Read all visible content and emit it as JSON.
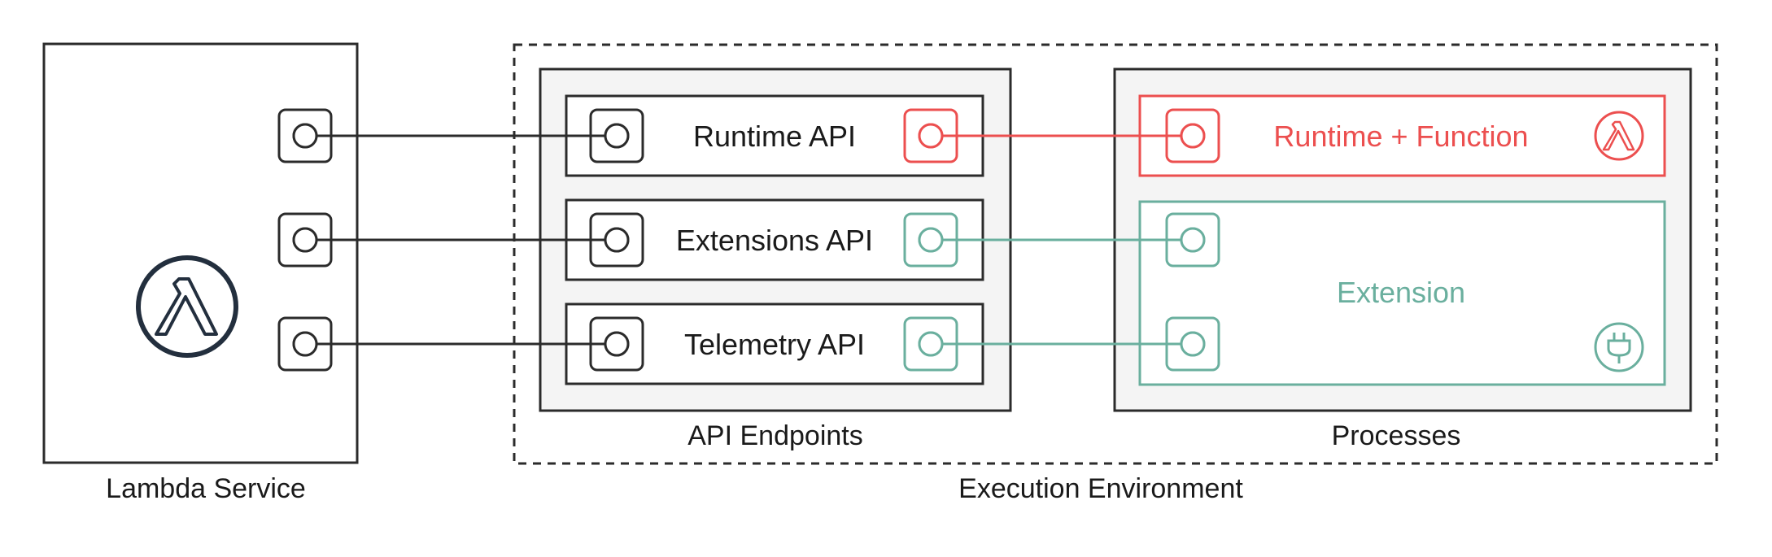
{
  "colors": {
    "dark": "#2b2b2b",
    "red": "#ec4f4f",
    "teal": "#6aaf9e",
    "box_fill": "#f4f4f4",
    "lambda_icon": "#232f3e"
  },
  "lambda_service": {
    "label": "Lambda Service",
    "icon": "lambda-icon"
  },
  "execution_environment": {
    "label": "Execution Environment",
    "api_endpoints": {
      "label": "API Endpoints",
      "items": [
        {
          "label": "Runtime API"
        },
        {
          "label": "Extensions API"
        },
        {
          "label": "Telemetry API"
        }
      ]
    },
    "processes": {
      "label": "Processes",
      "runtime_function": {
        "label": "Runtime + Function",
        "icon": "lambda-icon"
      },
      "extension": {
        "label": "Extension",
        "icon": "plug-icon"
      }
    }
  }
}
